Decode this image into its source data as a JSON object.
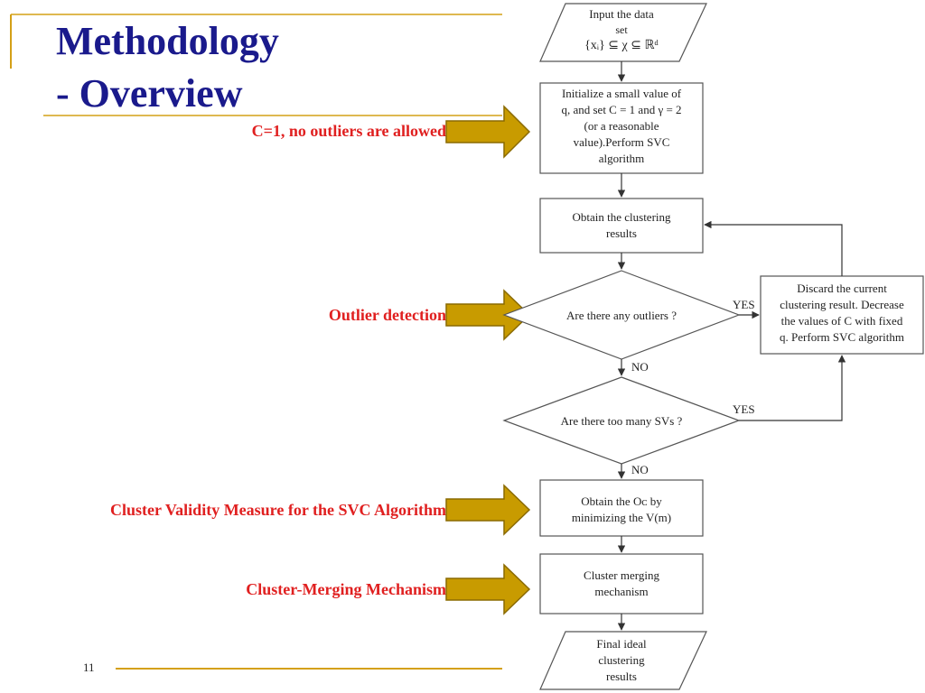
{
  "slide": {
    "title_line1": "Methodology",
    "title_line2": "- Overview",
    "page_number": "11",
    "colors": {
      "title": "#1a1a8c",
      "callout": "#e02020",
      "arrow_fill": "#c89b00",
      "accent_line": "#d4a017"
    }
  },
  "callouts": [
    {
      "label": "C=1, no outliers are allowed"
    },
    {
      "label": "Outlier detection"
    },
    {
      "label": "Cluster Validity Measure for the SVC Algorithm"
    },
    {
      "label": "Cluster-Merging Mechanism"
    }
  ],
  "flowchart": {
    "input": {
      "lines": [
        "Input the data",
        "set",
        "{xᵢ} ⊆ χ ⊆ ℝᵈ"
      ]
    },
    "init": {
      "lines": [
        "Initialize a small value of",
        "q, and set C = 1 and γ = 2",
        "(or a reasonable",
        "value).Perform SVC",
        "algorithm"
      ]
    },
    "obtain": {
      "lines": [
        "Obtain the clustering",
        "results"
      ]
    },
    "outliers_q": {
      "text": "Are there any outliers ?"
    },
    "svs_q": {
      "text": "Are there too many SVs ?"
    },
    "discard": {
      "lines": [
        "Discard the current",
        "clustering result. Decrease",
        "the values of C with fixed",
        "q. Perform SVC algorithm"
      ]
    },
    "oc": {
      "lines": [
        "Obtain the Oᴄ  by",
        "minimizing the V(m)"
      ]
    },
    "merge": {
      "lines": [
        "Cluster merging",
        "mechanism"
      ]
    },
    "final": {
      "lines": [
        "Final ideal",
        "clustering",
        "results"
      ]
    },
    "yes_label": "YES",
    "no_label": "NO"
  }
}
